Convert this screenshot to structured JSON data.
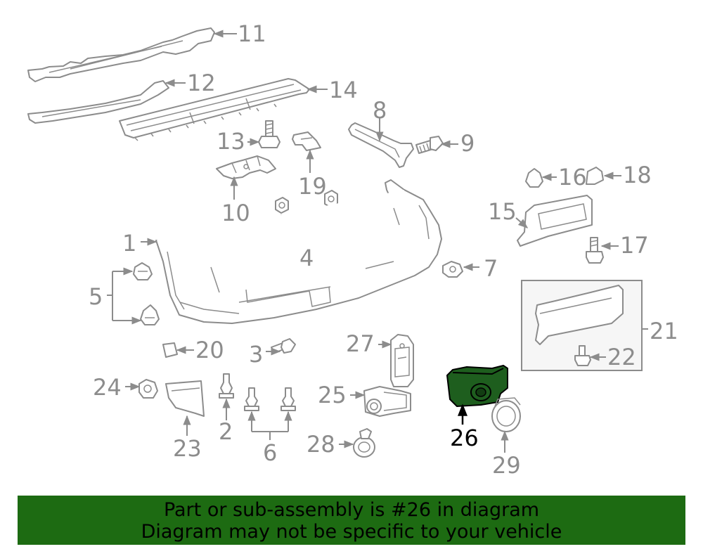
{
  "diagram": {
    "callouts": {
      "c1": "1",
      "c2": "2",
      "c3": "3",
      "c4": "4",
      "c5": "5",
      "c6": "6",
      "c7": "7",
      "c8": "8",
      "c9": "9",
      "c10": "10",
      "c11": "11",
      "c12": "12",
      "c13": "13",
      "c14": "14",
      "c15": "15",
      "c16": "16",
      "c17": "17",
      "c18": "18",
      "c19": "19",
      "c20": "20",
      "c21": "21",
      "c22": "22",
      "c23": "23",
      "c24": "24",
      "c25": "25",
      "c26": "26",
      "c27": "27",
      "c28": "28",
      "c29": "29"
    },
    "highlighted_part": "26",
    "colors": {
      "line": "#8c8c8c",
      "highlight_fill": "#1e5e1e",
      "highlight_label": "#000000",
      "banner_bg": "#1d6b12"
    }
  },
  "banner": {
    "line1": "Part or sub-assembly is #26 in diagram",
    "line2": "Diagram may not be specific to your vehicle"
  }
}
